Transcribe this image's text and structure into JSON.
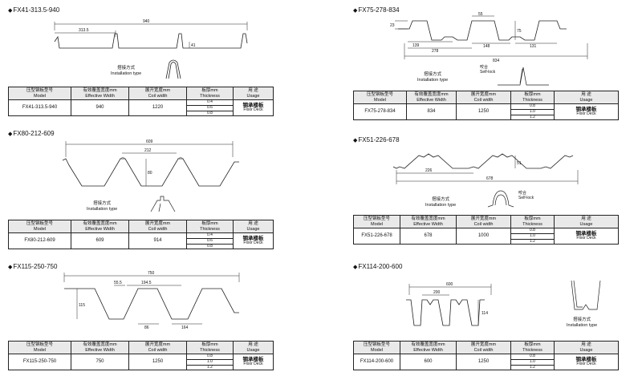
{
  "headers": {
    "model_cn": "压型钢板型号",
    "model_en": "Model",
    "width_cn": "有效覆盖宽度mm",
    "width_en": "Effective Width",
    "coil_cn": "展开宽度mm",
    "coil_en": "Coil width",
    "thick_cn": "板厚mm",
    "thick_en": "Thickness",
    "usage_cn": "用 途",
    "usage_en": "Usage"
  },
  "install": {
    "cn": "搭接方式",
    "en": "Installation type"
  },
  "selflock": {
    "cn": "咬合",
    "en": "Self-lock"
  },
  "products": [
    {
      "title": "FX41-313.5-940",
      "model": "FX41-313.5-940",
      "effective_width": "940",
      "coil_width": "1220",
      "thickness": [
        "0.4",
        "0.6",
        "0.8"
      ],
      "usage_cn": "钢承楼板",
      "usage_en": "Floor Deck",
      "dims": {
        "total": "940",
        "pitch": "313.5",
        "height": "41"
      }
    },
    {
      "title": "FX75-278-834",
      "model": "FX75-278-834",
      "effective_width": "834",
      "coil_width": "1250",
      "thickness": [
        "0.8",
        "1.0",
        "1.2"
      ],
      "usage_cn": "钢承楼板",
      "usage_en": "Floor Deck",
      "dims": {
        "top": "55",
        "h1": "23",
        "a": "139",
        "b": "148",
        "height": "75",
        "c": "131",
        "pitch": "278",
        "total": "834"
      }
    },
    {
      "title": "FX80-212-609",
      "model": "FX80-212-609",
      "effective_width": "609",
      "coil_width": "914",
      "thickness": [
        "0.4",
        "0.6",
        "0.8"
      ],
      "usage_cn": "钢承楼板",
      "usage_en": "Floor Deck",
      "dims": {
        "total": "609",
        "pitch": "212",
        "height": "80"
      }
    },
    {
      "title": "FX51-226-678",
      "model": "FX51-226-678",
      "effective_width": "678",
      "coil_width": "1000",
      "thickness": [
        "0.8",
        "1.0",
        "1.2"
      ],
      "usage_cn": "钢承楼板",
      "usage_en": "Floor Deck",
      "dims": {
        "height": "51",
        "pitch": "226",
        "total": "678"
      }
    },
    {
      "title": "FX115-250-750",
      "model": "FX115-250-750",
      "effective_width": "750",
      "coil_width": "1250",
      "thickness": [
        "0.8",
        "1.0",
        "1.2"
      ],
      "usage_cn": "钢承楼板",
      "usage_en": "Floor Deck",
      "dims": {
        "total": "750",
        "top1": "55.5",
        "top2": "194.5",
        "height": "115",
        "bottom": "86",
        "pitch": "164"
      }
    },
    {
      "title": "FX114-200-600",
      "model": "FX114-200-600",
      "effective_width": "600",
      "coil_width": "1250",
      "thickness": [
        "0.8",
        "1.0",
        "1.2"
      ],
      "usage_cn": "钢承楼板",
      "usage_en": "Floor Deck",
      "dims": {
        "total": "600",
        "pitch": "200",
        "height": "114"
      }
    }
  ]
}
